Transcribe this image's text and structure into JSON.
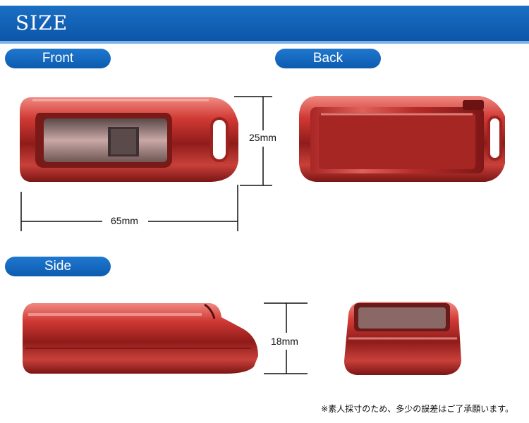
{
  "header": {
    "title": "SIZE"
  },
  "sections": {
    "front": "Front",
    "back": "Back",
    "side": "Side"
  },
  "dimensions": {
    "length": "65mm",
    "height": "25mm",
    "thickness": "18mm"
  },
  "note": "※素人採寸のため、多少の誤差はご了承願います。",
  "colors": {
    "header_blue": "#0c56a8",
    "pill_blue": "#1566bd",
    "case_red": "#c0302d",
    "case_highlight": "#f4a19b"
  }
}
